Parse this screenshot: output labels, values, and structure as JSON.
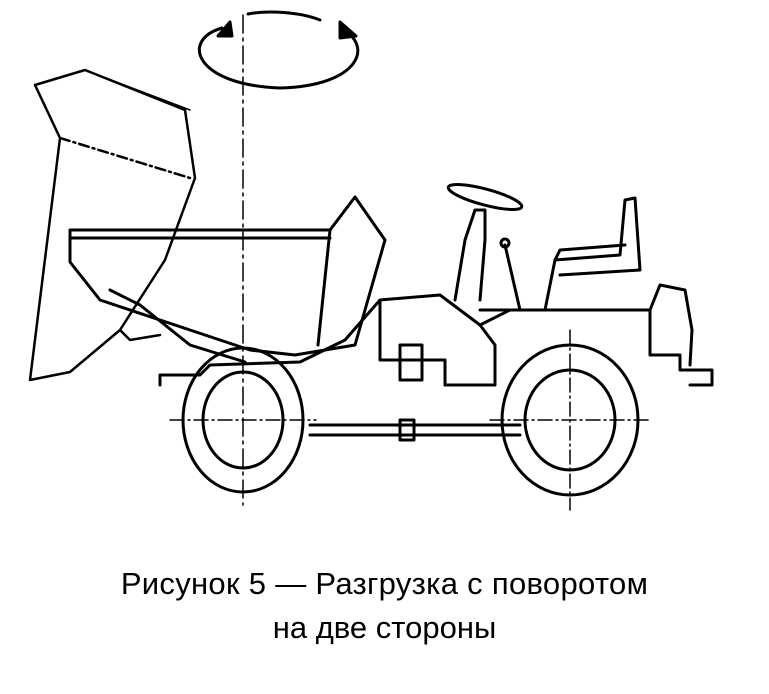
{
  "figure": {
    "caption_line1": "Рисунок 5 — Разгрузка с поворотом",
    "caption_line2": "на две стороны",
    "line_color": "#000000",
    "background": "#ffffff",
    "subject": "dumper-truck-side-view"
  }
}
